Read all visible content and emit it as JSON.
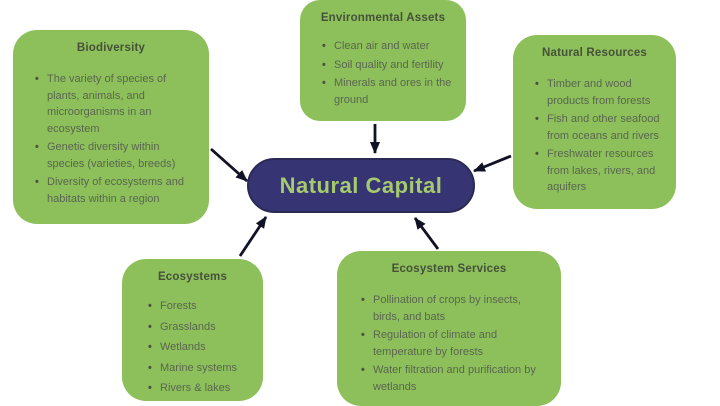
{
  "diagram": {
    "center": {
      "label": "Natural Capital"
    },
    "boxes": [
      {
        "id": "biodiversity",
        "title": "Biodiversity",
        "bullets": [
          "The variety of species of plants, animals, and microorganisms in an ecosystem",
          "Genetic diversity within species (varieties, breeds)",
          "Diversity of ecosystems and habitats within a region"
        ]
      },
      {
        "id": "environmental-assets",
        "title": "Environmental Assets",
        "bullets": [
          "Clean air and water",
          "Soil quality and fertility",
          "Minerals and ores in the ground"
        ]
      },
      {
        "id": "natural-resources",
        "title": "Natural Resources",
        "bullets": [
          "Timber and wood products from forests",
          "Fish and other seafood from oceans and rivers",
          "Freshwater resources from lakes, rivers, and aquifers"
        ]
      },
      {
        "id": "ecosystems",
        "title": "Ecosystems",
        "bullets": [
          "Forests",
          "Grasslands",
          "Wetlands",
          "Marine systems",
          "Rivers & lakes"
        ]
      },
      {
        "id": "ecosystem-services",
        "title": "Ecosystem Services",
        "bullets": [
          "Pollination of crops by insects, birds, and bats",
          "Regulation of climate and temperature by forests",
          "Water filtration and purification by wetlands"
        ]
      }
    ],
    "connections": [
      {
        "from": "biodiversity",
        "to": "natural-capital"
      },
      {
        "from": "environmental-assets",
        "to": "natural-capital"
      },
      {
        "from": "natural-resources",
        "to": "natural-capital"
      },
      {
        "from": "ecosystems",
        "to": "natural-capital"
      },
      {
        "from": "ecosystem-services",
        "to": "natural-capital"
      }
    ],
    "colors": {
      "box_fill": "#8dc05b",
      "box_title_text": "#46513a",
      "box_body_text": "#5a6650",
      "center_fill": "#363473",
      "center_text": "#a6ca6e",
      "arrow": "#121226",
      "background": "#ffffff"
    }
  }
}
